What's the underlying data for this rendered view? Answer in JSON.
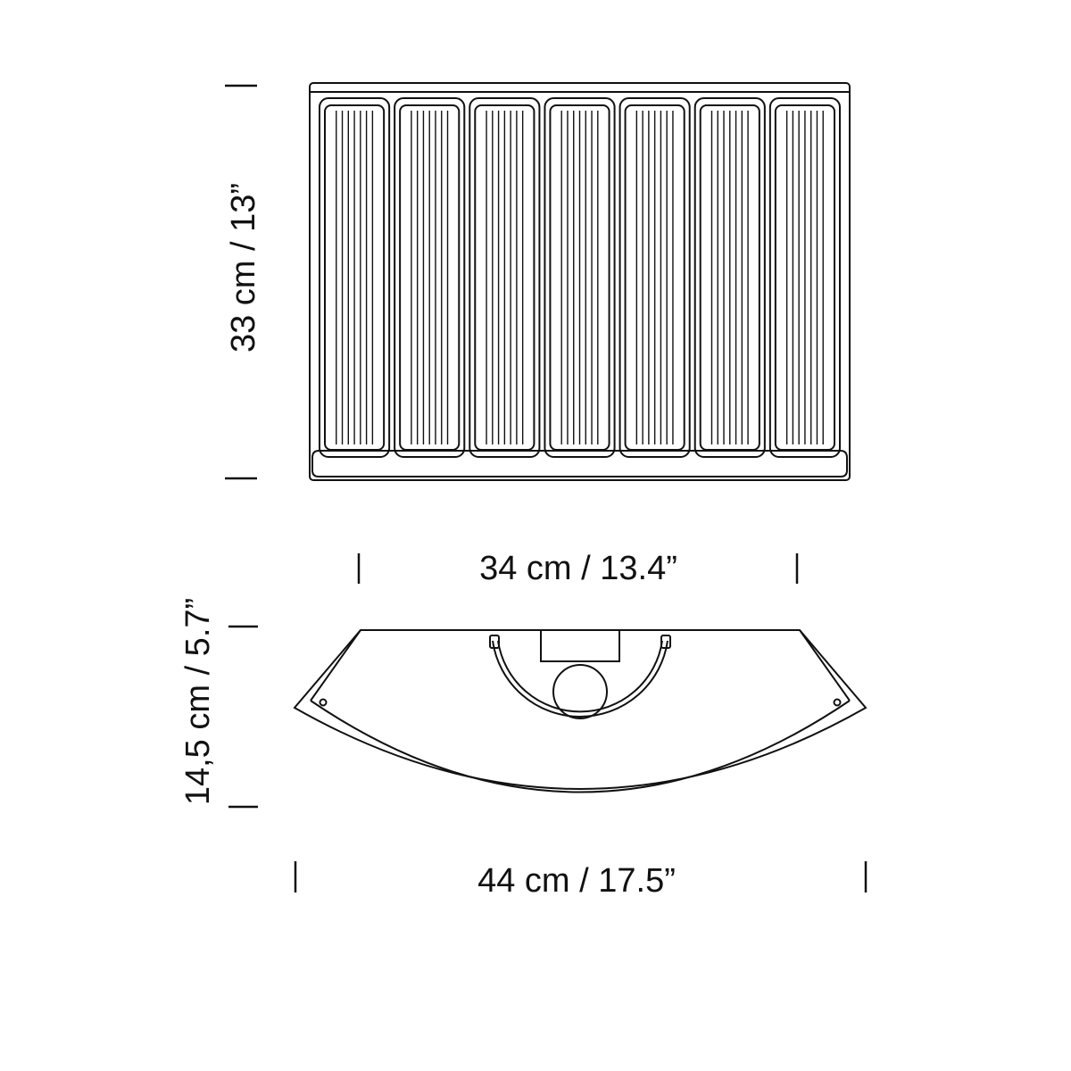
{
  "dimensions": {
    "height": "33 cm / 13”",
    "width": "34 cm / 13.4”",
    "depth": "14,5 cm / 5.7”",
    "overall_width": "44 cm / 17.5”"
  },
  "views": [
    "front-view",
    "top-view"
  ],
  "colors": {
    "line": "#111111",
    "background": "#ffffff"
  },
  "front_view": {
    "panel_count": 7,
    "ribs_per_panel": 7
  }
}
